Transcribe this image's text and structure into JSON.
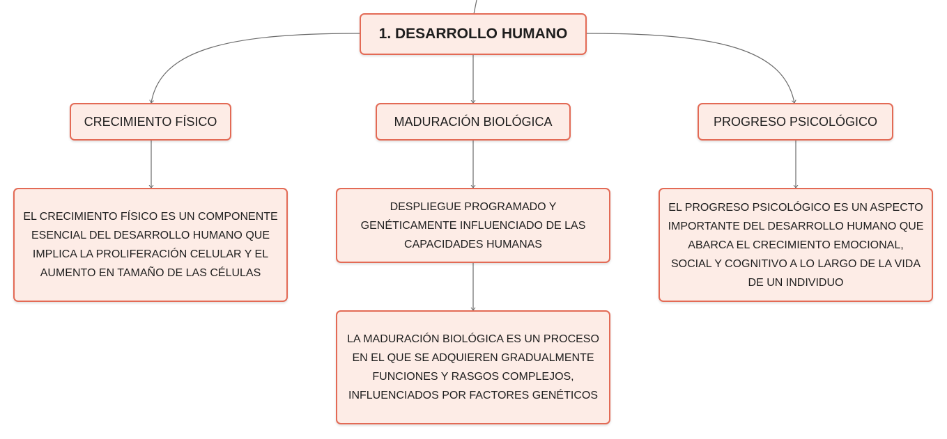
{
  "map": {
    "root": "1. DESARROLLO HUMANO",
    "topics": {
      "physical": "CRECIMIENTO FÍSICO",
      "biological": "MADURACIÓN BIOLÓGICA",
      "psychological": "PROGRESO PSICOLÓGICO"
    },
    "details": {
      "physical": "EL CRECIMIENTO FÍSICO ES UN COMPONENTE ESENCIAL DEL DESARROLLO HUMANO QUE IMPLICA LA PROLIFERACIÓN CELULAR Y EL AUMENTO EN TAMAÑO DE LAS CÉLULAS",
      "biological_1": "DESPLIEGUE PROGRAMADO Y GENÉTICAMENTE INFLUENCIADO DE LAS CAPACIDADES HUMANAS",
      "biological_2": "LA MADURACIÓN BIOLÓGICA ES UN PROCESO EN EL QUE SE ADQUIEREN GRADUALMENTE FUNCIONES Y RASGOS COMPLEJOS, INFLUENCIADOS POR FACTORES GENÉTICOS",
      "psychological": "EL PROGRESO PSICOLÓGICO ES UN ASPECTO IMPORTANTE DEL DESARROLLO HUMANO QUE ABARCA EL CRECIMIENTO EMOCIONAL, SOCIAL Y COGNITIVO A LO LARGO DE LA VIDA DE UN INDIVIDUO"
    },
    "colors": {
      "node_fill": "#fdece6",
      "node_border": "#e36a55",
      "connector": "#6b6b6b"
    }
  }
}
